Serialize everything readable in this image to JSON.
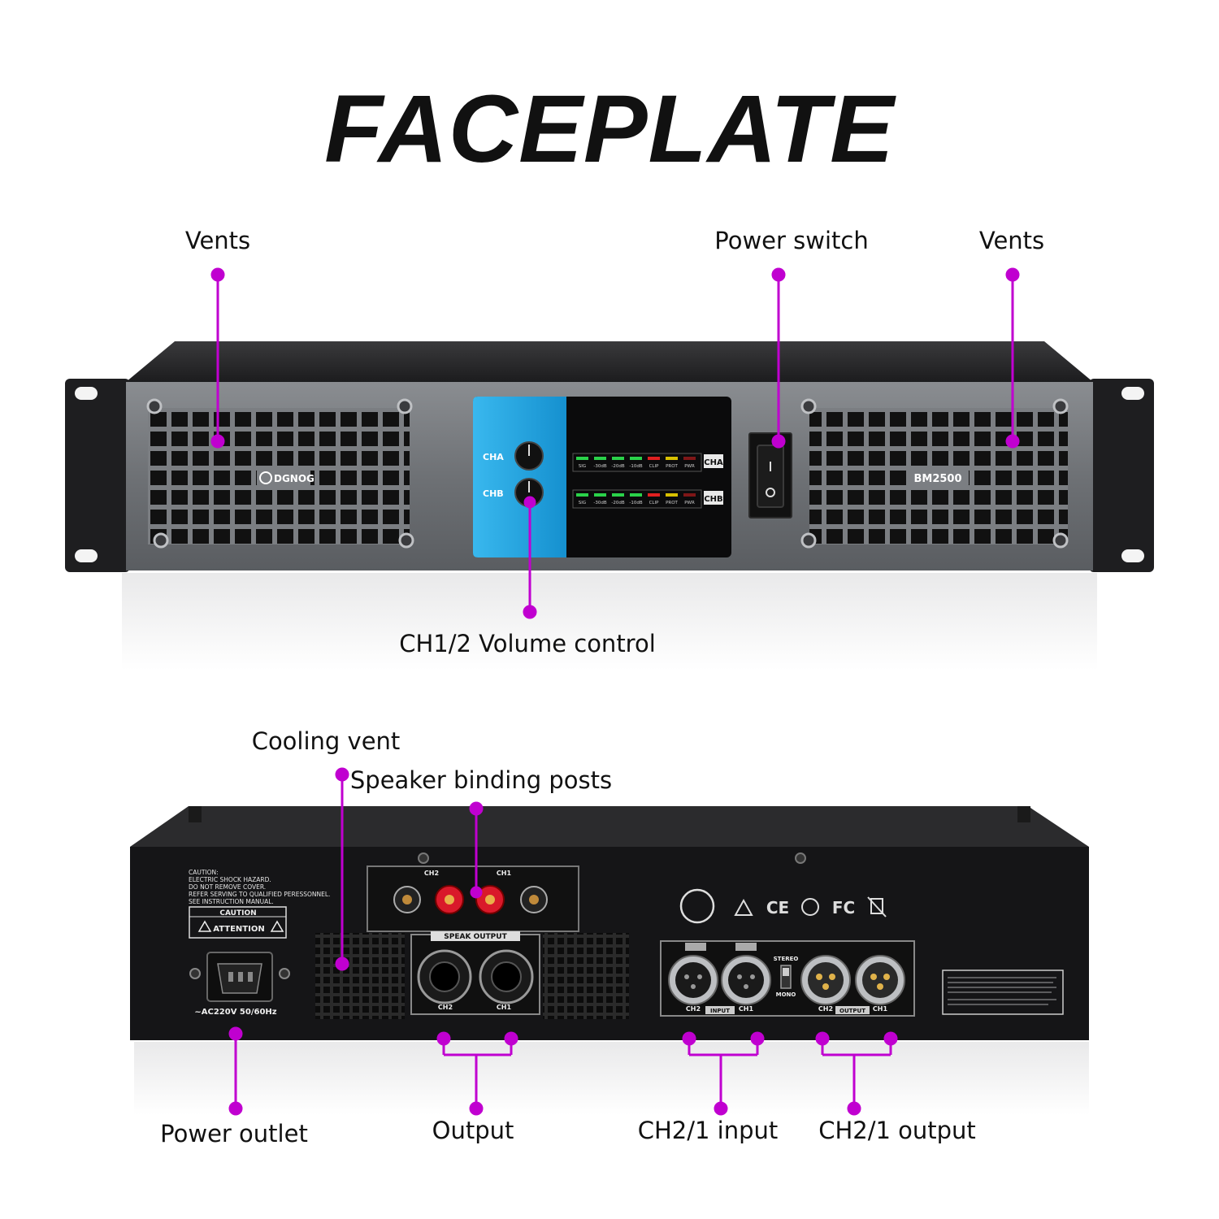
{
  "title": "FACEPLATE",
  "callouts": {
    "vents_left": "Vents",
    "power_switch": "Power switch",
    "vents_right": "Vents",
    "volume_control": "CH1/2 Volume control",
    "cooling_vent": "Cooling vent",
    "speaker_posts": "Speaker binding posts",
    "power_outlet": "Power outlet",
    "output": "Output",
    "ch_input": "CH2/1 input",
    "ch_output": "CH2/1 output"
  },
  "front_panel": {
    "brand": "DGNOG",
    "model": "BM2500",
    "channel_a": "CHA",
    "channel_b": "CHB",
    "knob_a_label": "CHA",
    "knob_b_label": "CHB",
    "meter_labels": [
      "SIG",
      "-30dB",
      "-20dB",
      "-10dB",
      "CLIP",
      "PROT",
      "PWR"
    ]
  },
  "rear_panel": {
    "caution_text_1": "CAUTION:",
    "caution_text_2": "ELECTRIC SHOCK HAZARD.",
    "caution_text_3": "DO NOT REMOVE COVER.",
    "caution_text_4": "REFER SERVING TO QUALIFIED PERESSONNEL.",
    "caution_text_5": "SEE INSTRUCTION MANUAL.",
    "caution_box": "CAUTION",
    "attention_box": "ATTENTION",
    "power_rating": "~AC220V 50/60Hz",
    "speak_output": "SPEAK OUTPUT",
    "post_ch2": "CH2",
    "post_ch1": "CH1",
    "speakon_ch2": "CH2",
    "speakon_ch1": "CH1",
    "input_label": "INPUT",
    "output_label": "OUTPUT",
    "input_ch2": "CH2",
    "input_ch1": "CH1",
    "output_ch2": "CH2",
    "output_ch1": "CH1",
    "stereo": "STEREO",
    "mono": "MONO",
    "cert_ce": "CE",
    "cert_fc": "FC"
  },
  "colors": {
    "accent": "#c000d0",
    "meter_green": "#2ad24a",
    "meter_red": "#e02020",
    "meter_yellow": "#d8c000",
    "blue_panel": "#1aa3dd"
  }
}
